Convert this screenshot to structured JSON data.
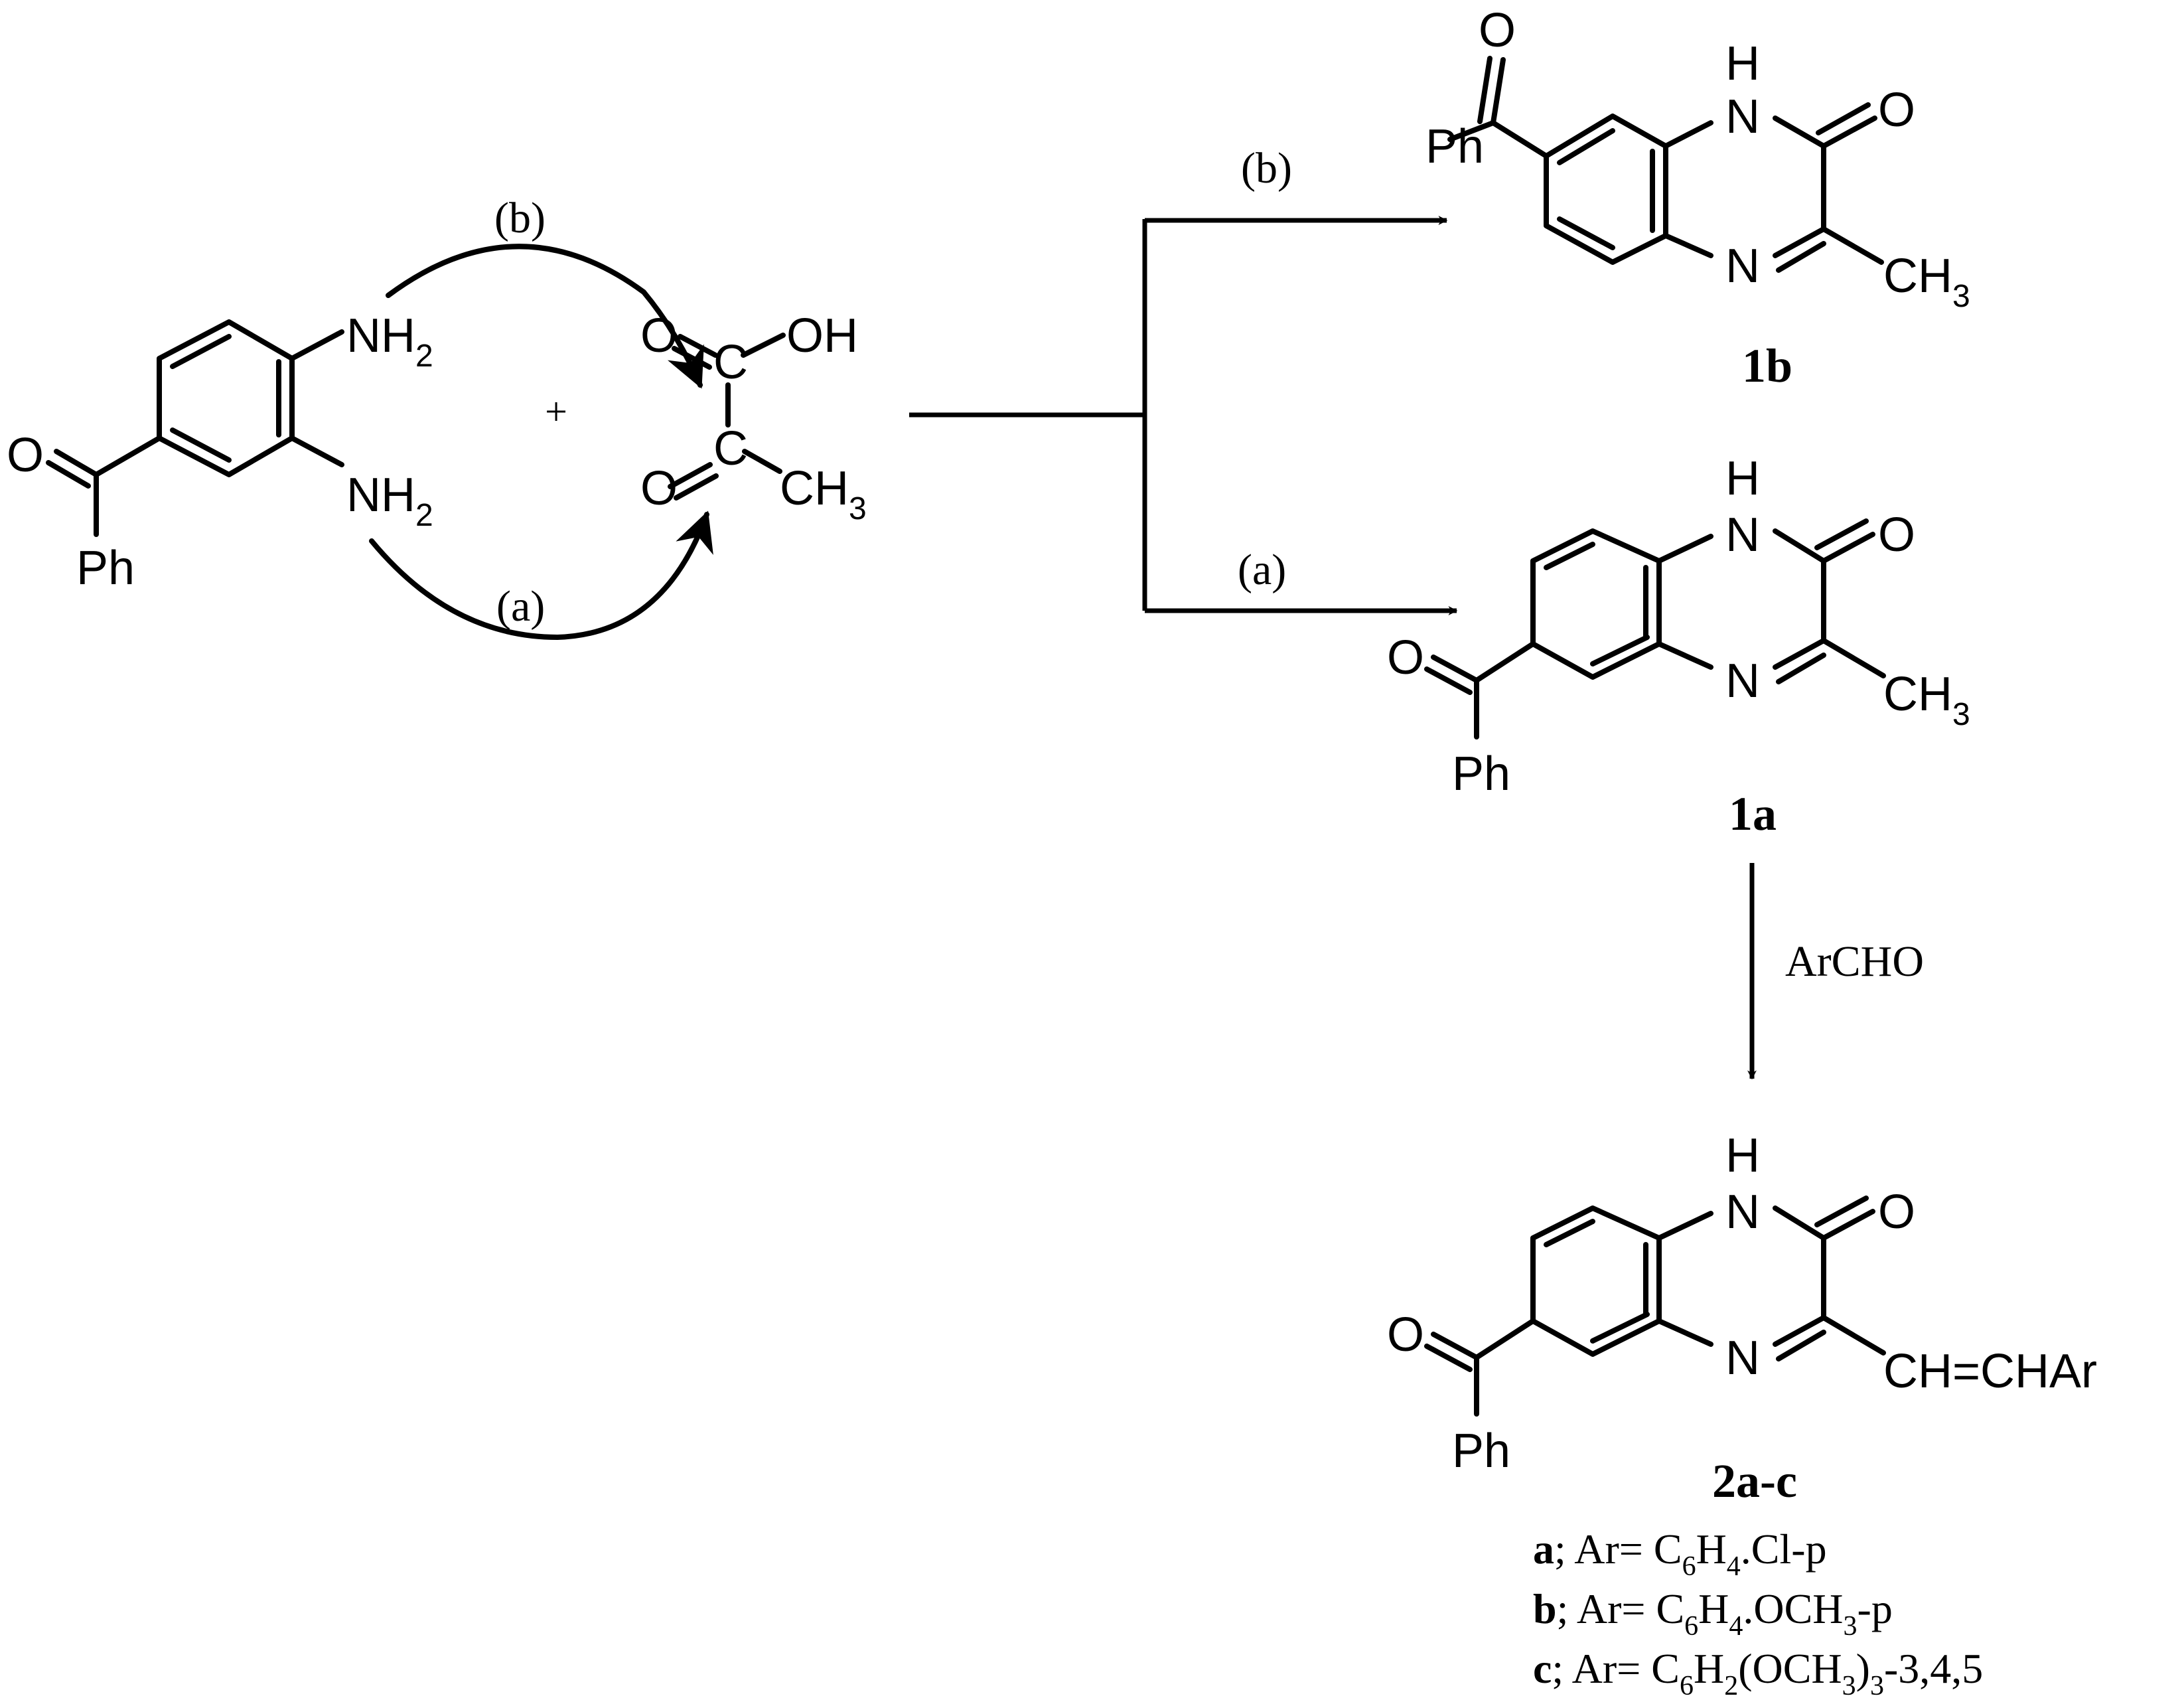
{
  "atoms": {
    "nh2": "NH",
    "nh2_sub": "2",
    "o": "O",
    "c": "C",
    "oh": "OH",
    "ch": "CH",
    "ch3_sub": "3",
    "ph": "Ph",
    "h": "H",
    "n": "N",
    "vinyl": "CH=CHAr",
    "plus": "+"
  },
  "conditions": {
    "path_a": "(a)",
    "path_b": "(b)",
    "reagent": "ArCHO"
  },
  "compounds": {
    "p1b": "1b",
    "p1a": "1a",
    "p2": "2a-c"
  },
  "substituents": [
    {
      "letter": "a",
      "lead": "; Ar= C",
      "s1": "6",
      "m1": "H",
      "s2": "4",
      "tail": ".Cl-p"
    },
    {
      "letter": "b",
      "lead": "; Ar= C",
      "s1": "6",
      "m1": "H",
      "s2": "4",
      "m2": ".OCH",
      "s3": "3",
      "tail": "-p"
    },
    {
      "letter": "c",
      "lead": "; Ar= C",
      "s1": "6",
      "m1": "H",
      "s2": "2",
      "m2": "(OCH",
      "s3": "3",
      "tail": ")",
      "s4": "3",
      "tail2": "-3,4,5"
    }
  ]
}
